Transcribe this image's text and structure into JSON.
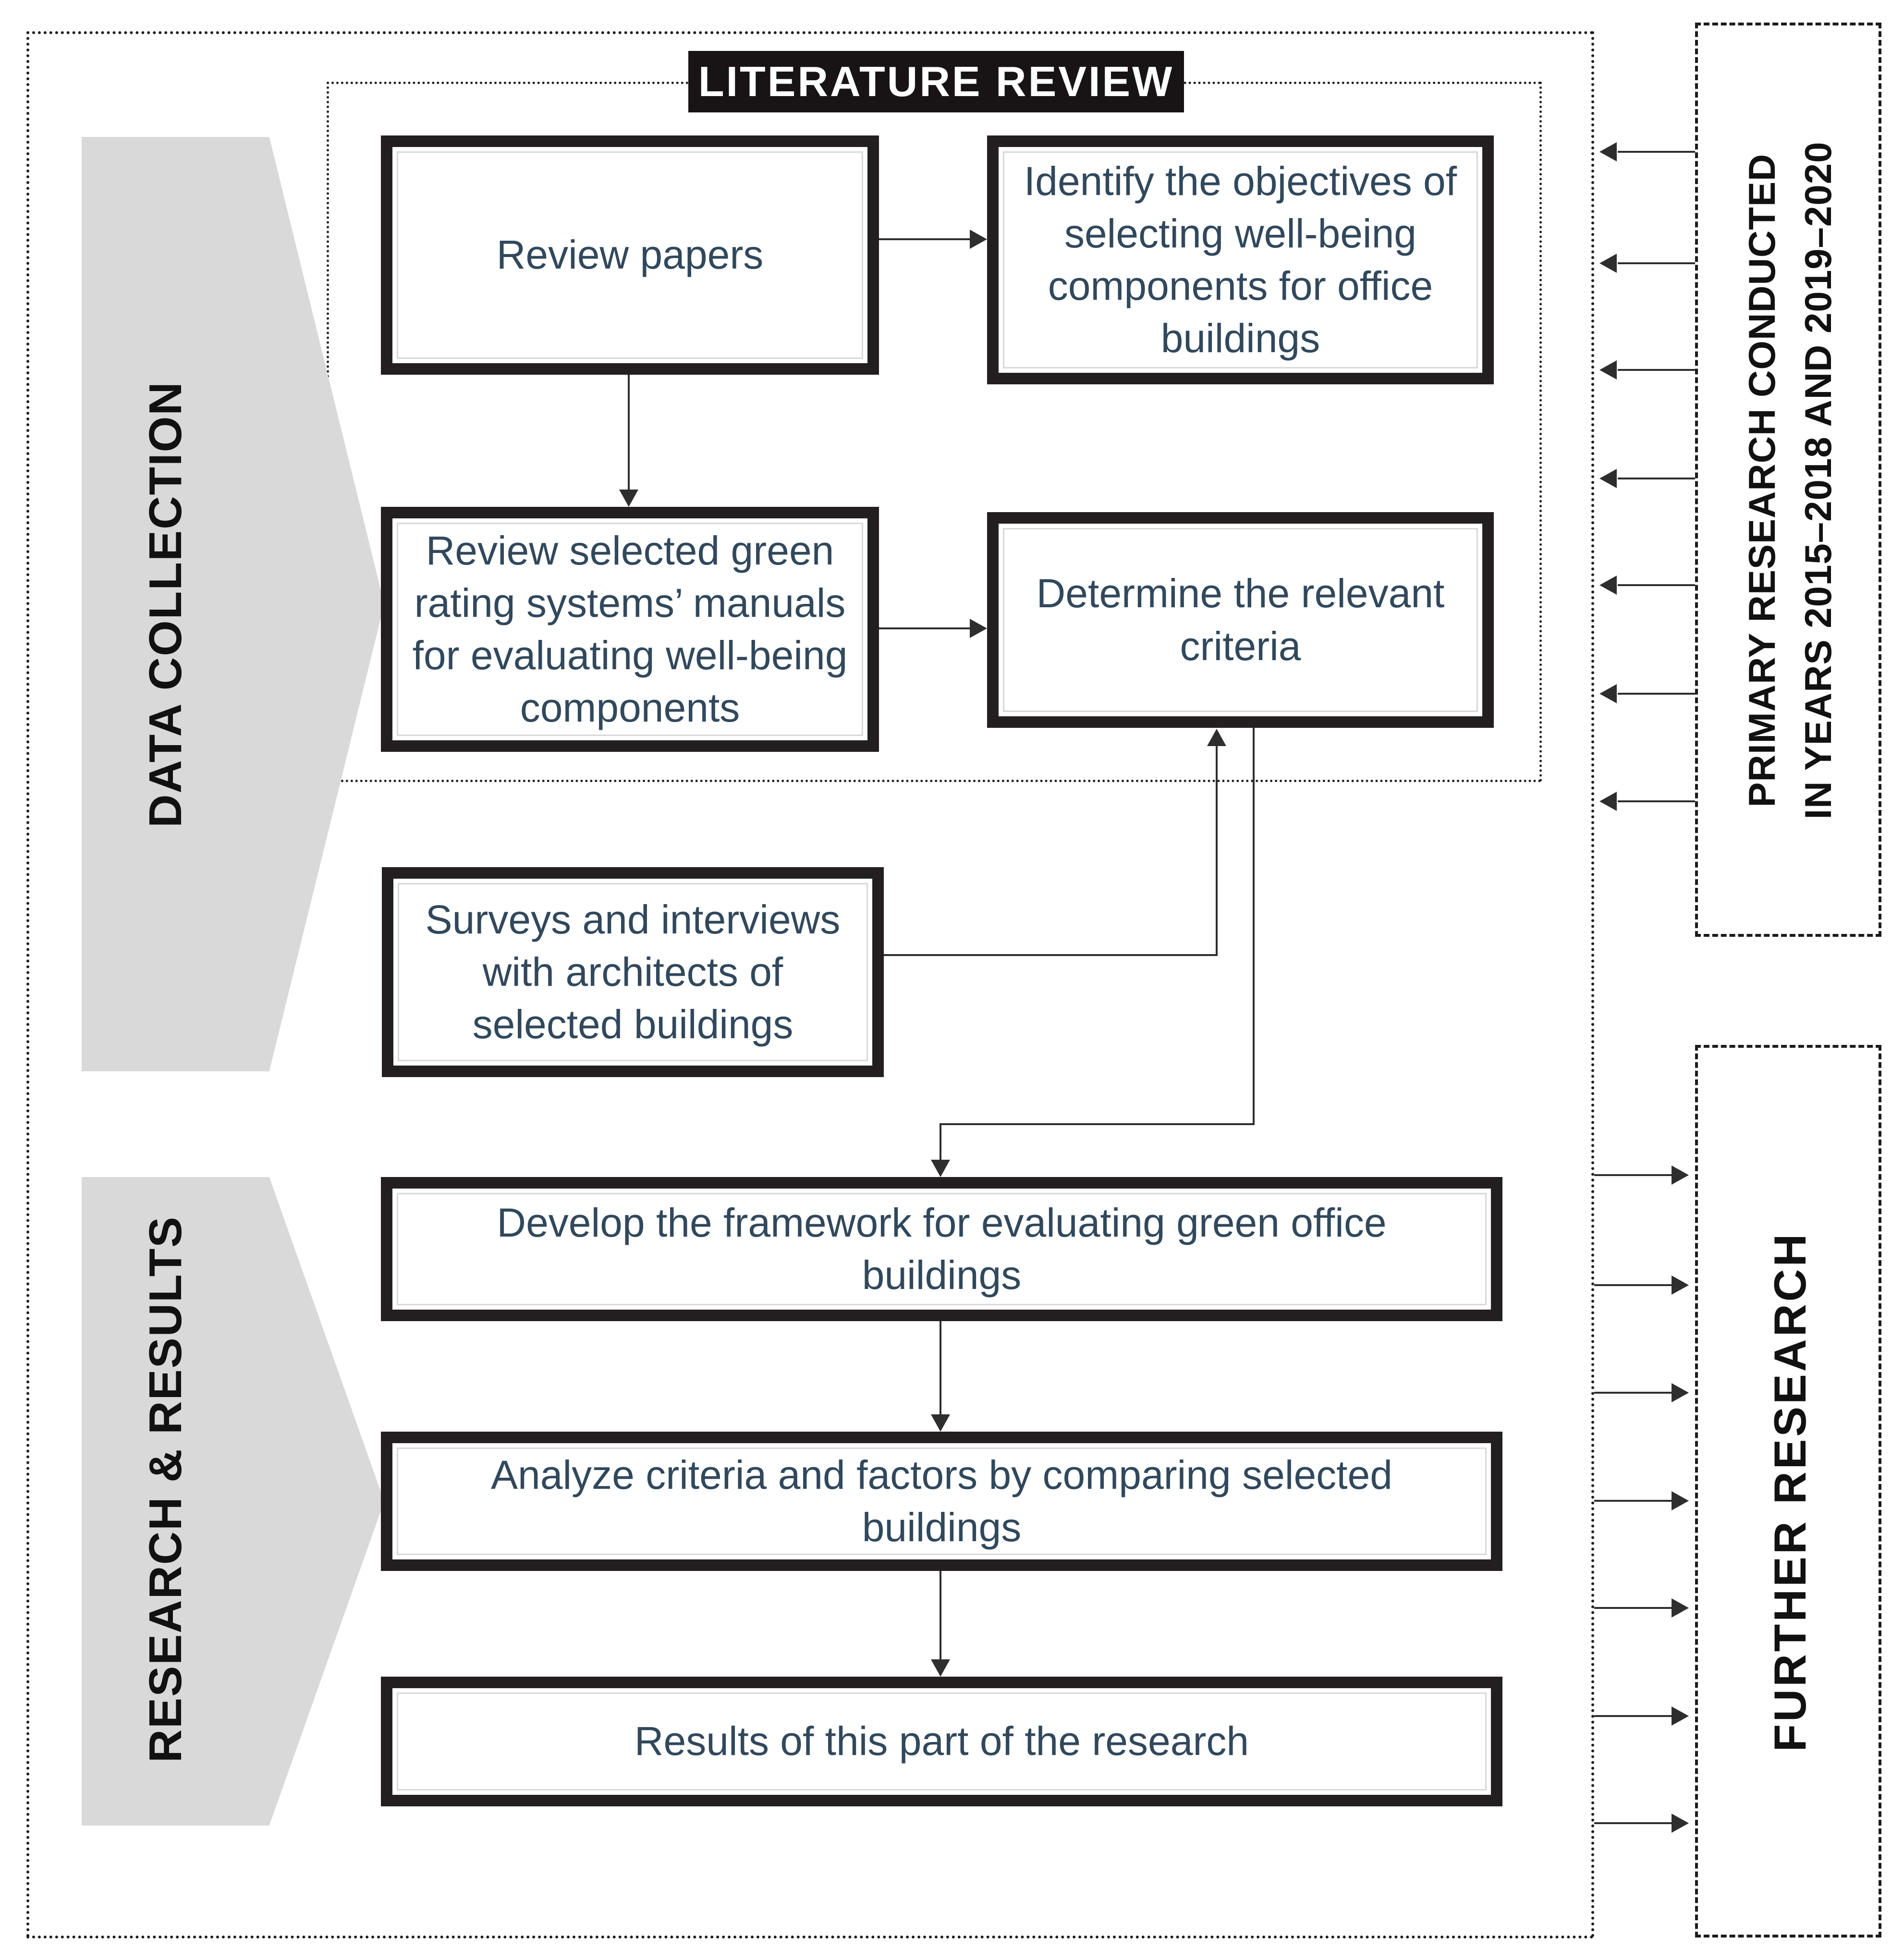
{
  "diagram": {
    "title": "LITERATURE REVIEW",
    "side_labels": {
      "data_collection": "DATA COLLECTION",
      "research_results": "RESEARCH & RESULTS",
      "primary_research_line1": "PRIMARY RESEARCH CONDUCTED",
      "primary_research_line2": "IN YEARS 2015–2018 AND 2019–2020",
      "further_research": "FURTHER RESEARCH"
    },
    "boxes": {
      "review_papers": "Review papers",
      "identify_objectives": "Identify the objectives of selecting well-being components for office buildings",
      "review_green_manuals": "Review selected green rating systems’ manuals for evaluating well-being components",
      "determine_criteria": "Determine the relevant criteria",
      "surveys_interviews": "Surveys and interviews with architects of selected buildings",
      "develop_framework": "Develop the framework for evaluating green office buildings",
      "analyze_criteria": "Analyze criteria and factors by comparing selected buildings",
      "results": "Results of this part of the research"
    },
    "colors": {
      "box_text": "#31485c",
      "border": "#231f20",
      "chevron_fill": "#d9d9d9",
      "title_bg": "#181415",
      "title_text": "#ffffff"
    }
  }
}
